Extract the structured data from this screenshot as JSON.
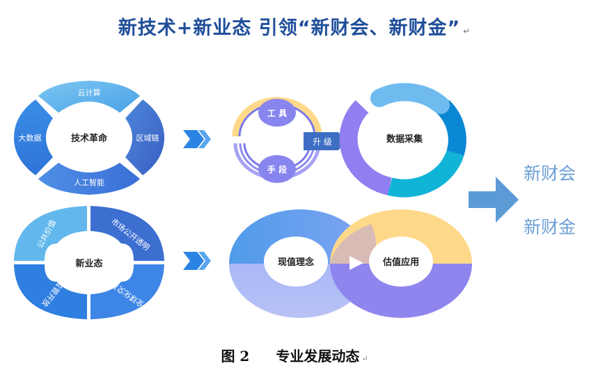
{
  "title": "新技术+新业态  引领“新财会、新财金”",
  "return_mark": "↵",
  "caption": {
    "figure_no": "图 2",
    "text": "专业发展动态"
  },
  "tech_ring": {
    "center": "技术革命",
    "segments": [
      "云计算",
      "区域链",
      "人工智能",
      "大数据"
    ]
  },
  "business_ring": {
    "center": "新业态",
    "segments": [
      "公共价值",
      "市场公开透明",
      "全球化交易",
      "监管开放"
    ]
  },
  "upgrade_cycle": {
    "top": "工 具",
    "bottom": "手 段",
    "arrow": "升 级"
  },
  "data_collection": "数据采集",
  "value_flow": {
    "left": "现值理念",
    "right": "估值应用"
  },
  "outputs": [
    "新财会",
    "新财金"
  ],
  "colors": {
    "title": "#1f4e9a",
    "ring_light": "#62b3ea",
    "ring_mid": "#3f8fe0",
    "ring_dark": "#3d6fd1",
    "chevron": "#2b84e3",
    "purple": "#8b88f0",
    "yellow": "#ffd98a",
    "teal": "#10b4d6",
    "big_arrow": "#5b9bd5",
    "output_text": "#6c9fd6"
  }
}
